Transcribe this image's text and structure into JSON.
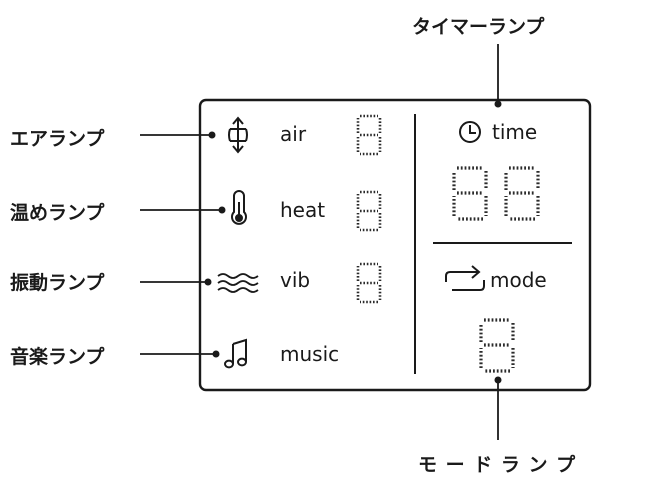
{
  "callouts": {
    "timer_lamp": "タイマーランプ",
    "air_lamp": "エアランプ",
    "warm_lamp": "温めランプ",
    "vibration_lamp": "振動ランプ",
    "music_lamp": "音楽ランプ",
    "mode_lamp": "モ ー ド ラ ン プ"
  },
  "panel": {
    "air": "air",
    "heat": "heat",
    "vib": "vib",
    "music": "music",
    "time": "time",
    "mode": "mode"
  },
  "icons": [
    "air-arrows-icon",
    "thermometer-icon",
    "waves-icon",
    "music-note-icon",
    "clock-icon",
    "cycle-arrows-icon"
  ]
}
